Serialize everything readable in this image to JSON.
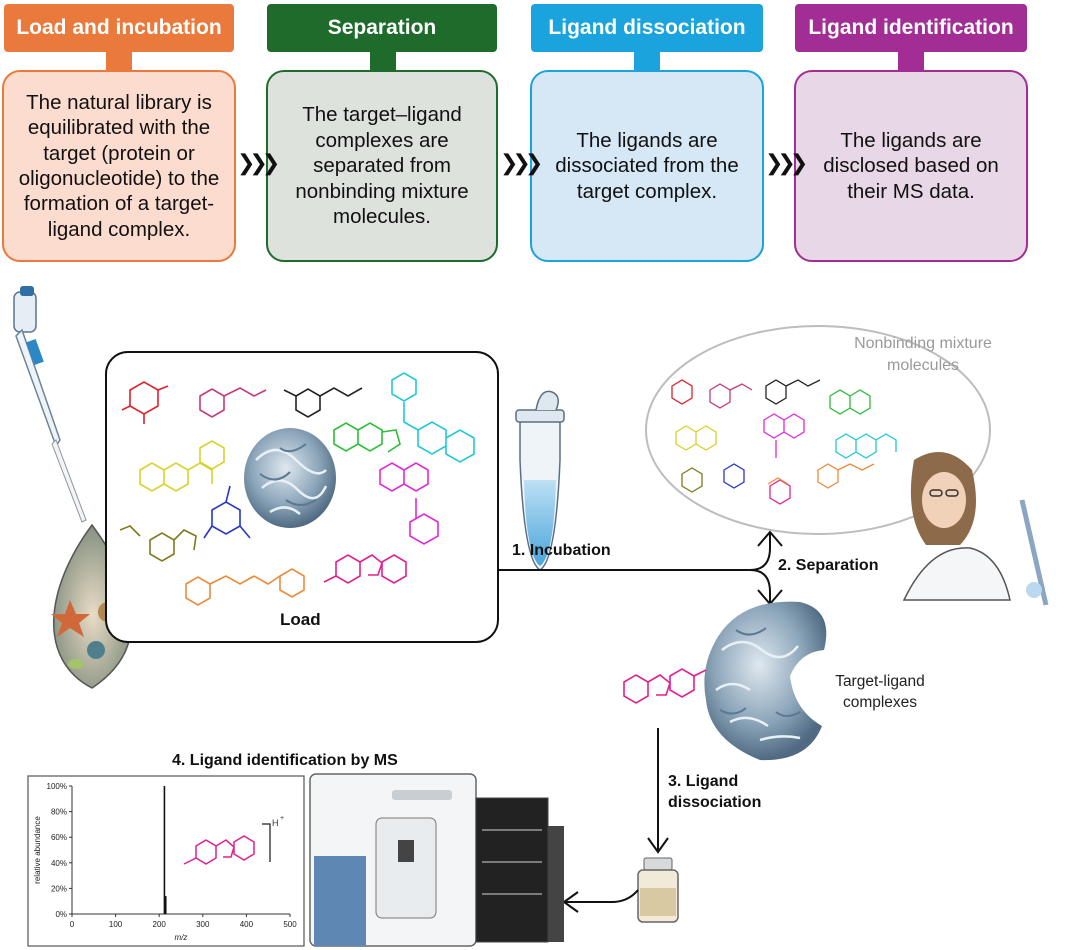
{
  "stages": [
    {
      "title": "Load and incubation",
      "color": "#ea7a3c",
      "fill": "#fbdccf",
      "text": "The natural library is equilibrated with the target (protein or oligonucleotide) to the formation of a target-ligand complex."
    },
    {
      "title": "Separation",
      "color": "#1e6b2c",
      "fill": "#dde3dc",
      "text": "The target–ligand complexes are separated from nonbinding mixture molecules."
    },
    {
      "title": "Ligand dissociation",
      "color": "#1aa3dd",
      "fill": "#d6e7f5",
      "text": "The ligands are dissociated from the target complex."
    },
    {
      "title": "Ligand identification",
      "color": "#a22e95",
      "fill": "#e8d7e6",
      "text": "The ligands are disclosed based on their MS data."
    }
  ],
  "chevron_text": "❯❯❯",
  "labels": {
    "load": "Load",
    "incubation": "1. Incubation",
    "separation": "2. Separation",
    "ligand_dissociation_line1": "3. Ligand",
    "ligand_dissociation_line2": "dissociation",
    "ms_title": "4. Ligand identification by MS",
    "nonbinding_line1": "Nonbinding mixture",
    "nonbinding_line2": "molecules",
    "complexes_line1": "Target-ligand",
    "complexes_line2": "complexes"
  },
  "spectrum": {
    "ylabel": "relative abundance",
    "xlabel": "m/z",
    "x_ticks": [
      "0",
      "100",
      "200",
      "300",
      "400",
      "500"
    ],
    "y_ticks": [
      "0%",
      "20%",
      "40%",
      "60%",
      "80%",
      "100%"
    ],
    "xlim": [
      0,
      500
    ],
    "ylim": [
      0,
      100
    ],
    "peaks": [
      {
        "mz": 212,
        "abundance": 100
      },
      {
        "mz": 215,
        "abundance": 14
      }
    ],
    "ion_label": "H",
    "ion_charge": "+"
  }
}
